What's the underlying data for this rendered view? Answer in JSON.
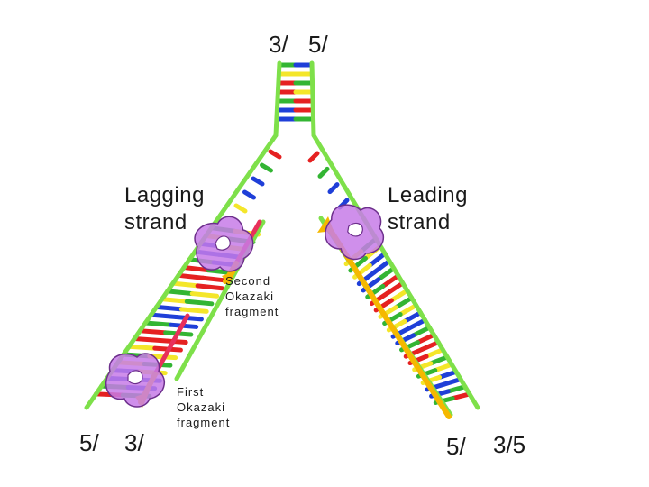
{
  "ends": {
    "top_left": "3/",
    "top_right": "5/",
    "bottom_left_5": "5/",
    "bottom_left_3": "3/",
    "bottom_right_5": "5/",
    "bottom_right_3": "3/5"
  },
  "labels": {
    "lagging": [
      "Lagging",
      "strand"
    ],
    "leading": [
      "Leading",
      "strand"
    ],
    "second_fragment": [
      "Second",
      "Okazaki",
      "fragment"
    ],
    "first_fragment": [
      "First",
      "Okazaki",
      "fragment"
    ]
  },
  "colors": {
    "backbone": "#7ee04a",
    "new_strand_lagging": "#f5b800",
    "new_strand_leading": "#f5b800",
    "primer": "#e8305a",
    "polymerase": "#c77be8",
    "base_red": "#e52121",
    "base_blue": "#1f3fd8",
    "base_yellow": "#f4e62a",
    "base_green": "#33b533",
    "base_orange": "#f08a1a"
  }
}
